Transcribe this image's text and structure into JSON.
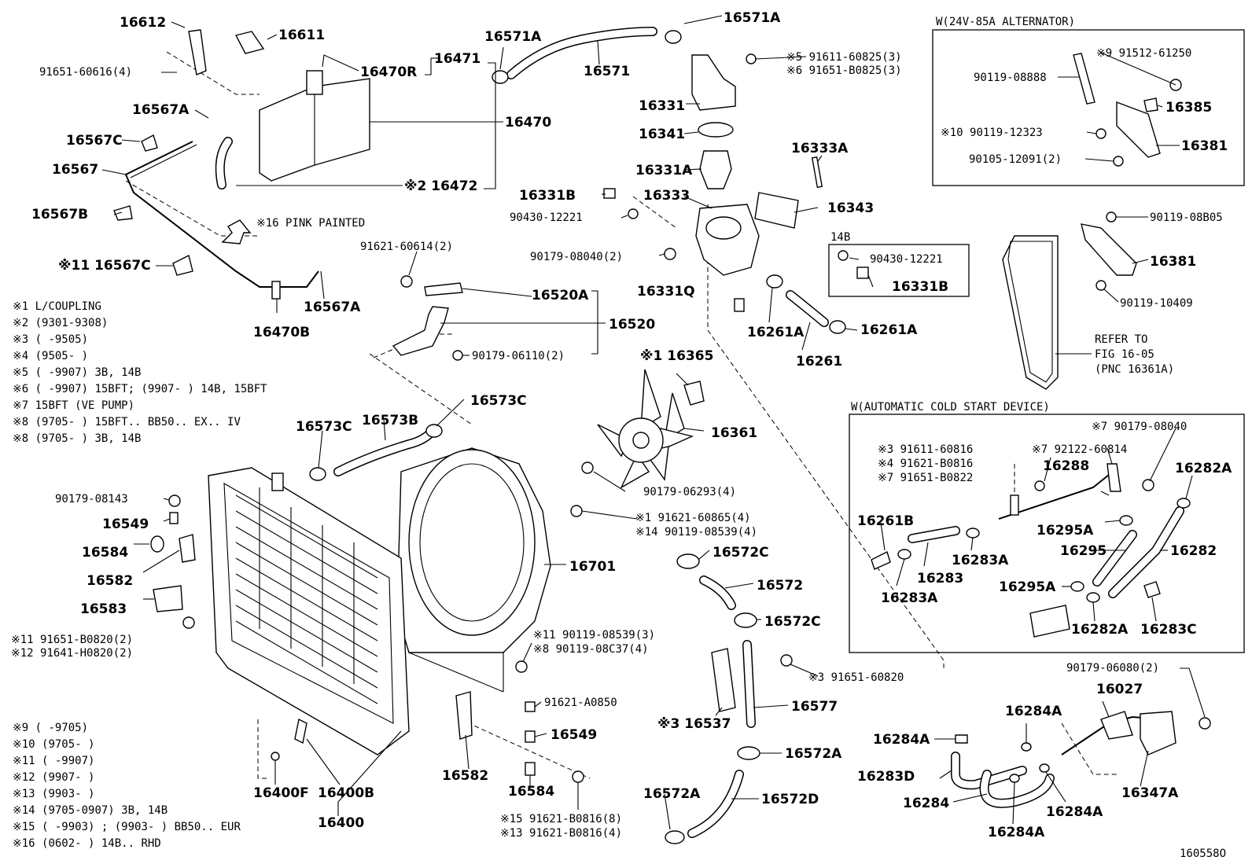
{
  "diagram": {
    "ref": "160558O",
    "box_alternator": {
      "title": "W(24V-85A ALTERNATOR)",
      "labels": [
        "※9 91512-61250",
        "90119-08888",
        "16385",
        "※10 90119-12323",
        "16381",
        "90105-12091(2)"
      ]
    },
    "box_coldstart": {
      "title": "W(AUTOMATIC COLD START DEVICE)",
      "labels": [
        "※7 90179-08040",
        "※3 91611-60816",
        "※7 92122-60814",
        "※4 91621-B0816",
        "16288",
        "※7 91651-B0822",
        "16282A",
        "16261B",
        "16295A",
        "16295",
        "16282",
        "16283A",
        "16283",
        "16283A",
        "16295A",
        "16282A",
        "16283C"
      ]
    },
    "box_14b": {
      "title": "14B",
      "labels": [
        "90430-12221",
        "16331B"
      ]
    },
    "notes": [
      "※1  L/COUPLING",
      "※2  (9301-9308)",
      "※3  (      -9505)",
      "※4  (9505-      )",
      "※5  (      -9907) 3B, 14B",
      "※6  (      -9907) 15BFT; (9907-      ) 14B, 15BFT",
      "※7  15BFT (VE PUMP)",
      "※8  (9705-      ) 15BFT.. BB50.. EX.. IV",
      "※8  (9705-      ) 3B, 14B"
    ],
    "notes2": [
      "※9  (      -9705)",
      "※10 (9705-      )",
      "※11 (      -9907)",
      "※12 (9907-      )",
      "※13 (9903-      )",
      "※14 (9705-0907) 3B, 14B",
      "※15 (      -9903) ; (9903-      ) BB50.. EUR",
      "※16 (0602-      ) 14B.. RHD"
    ],
    "refer": [
      "REFER TO",
      "FIG 16-05",
      "(PNC 16361A)"
    ],
    "pink": "※16  PINK PAINTED",
    "labels": {
      "l16612": "16612",
      "l16611": "16611",
      "l91651_60616": "91651-60616(4)",
      "l16470R": "16470R",
      "l16471": "16471",
      "l16470": "16470",
      "l16567A_1": "16567A",
      "l16567C_1": "16567C",
      "l16567": "16567",
      "l16472": "※2 16472",
      "l16567B": "16567B",
      "l16567C_2": "※11 16567C",
      "l16470B": "16470B",
      "l16567A_2": "16567A",
      "l16571A_1": "16571A",
      "l16571A_2": "16571A",
      "l16571": "16571",
      "l91611_60825": "※5  91611-60825(3)",
      "l91651_B0825": "※6  91651-B0825(3)",
      "l16331": "16331",
      "l16341": "16341",
      "l16333A": "16333A",
      "l16331A": "16331A",
      "l16331B_1": "16331B",
      "l16333": "16333",
      "l16343": "16343",
      "l90430_12221": "90430-12221",
      "l90179_08040": "90179-08040(2)",
      "l91621_60614": "91621-60614(2)",
      "l16331Q": "16331Q",
      "l16520A": "16520A",
      "l16520": "16520",
      "l90179_06110": "90179-06110(2)",
      "l16261A_1": "16261A",
      "l16261A_2": "16261A",
      "l16261": "16261",
      "l16365": "※1 16365",
      "l16361": "16361",
      "l16573C_1": "16573C",
      "l16573C_2": "16573C",
      "l16573B": "16573B",
      "l90179_06293": "90179-06293(4)",
      "l91621_60865": "※1  91621-60865(4)",
      "l90119_08539": "※14 90119-08539(4)",
      "l90179_08143": "90179-08143",
      "l16549_1": "16549",
      "l16584_1": "16584",
      "l16582_1": "16582",
      "l16583": "16583",
      "l91651_B0820": "※11 91651-B0820(2)",
      "l91641_H0820": "※12 91641-H0820(2)",
      "l16701": "16701",
      "l16572C_1": "16572C",
      "l16572": "16572",
      "l16572C_2": "16572C",
      "l90119_08539_3": "※11 90119-08539(3)",
      "l90119_08C37": "※8  90119-08C37(4)",
      "l91651_60820": "※3  91651-60820",
      "l91621_A0850": "91621-A0850",
      "l16549_2": "16549",
      "l16577": "16577",
      "l16537": "※3 16537",
      "l16572A_1": "16572A",
      "l16572A_2": "16572A",
      "l16572D": "16572D",
      "l16582_2": "16582",
      "l16584_2": "16584",
      "l91621_B0816_8": "※15 91621-B0816(8)",
      "l91621_B0816_4": "※13 91621-B0816(4)",
      "l16400F": "16400F",
      "l16400B": "16400B",
      "l16400": "16400",
      "l90119_08B05": "90119-08B05",
      "l16381_2": "16381",
      "l90119_10409": "90119-10409",
      "l90179_06080": "90179-06080(2)",
      "l16027": "16027",
      "l16284A_1": "16284A",
      "l16284A_2": "16284A",
      "l16283D": "16283D",
      "l16284": "16284",
      "l16284A_3": "16284A",
      "l16284A_4": "16284A",
      "l16347A": "16347A"
    }
  }
}
